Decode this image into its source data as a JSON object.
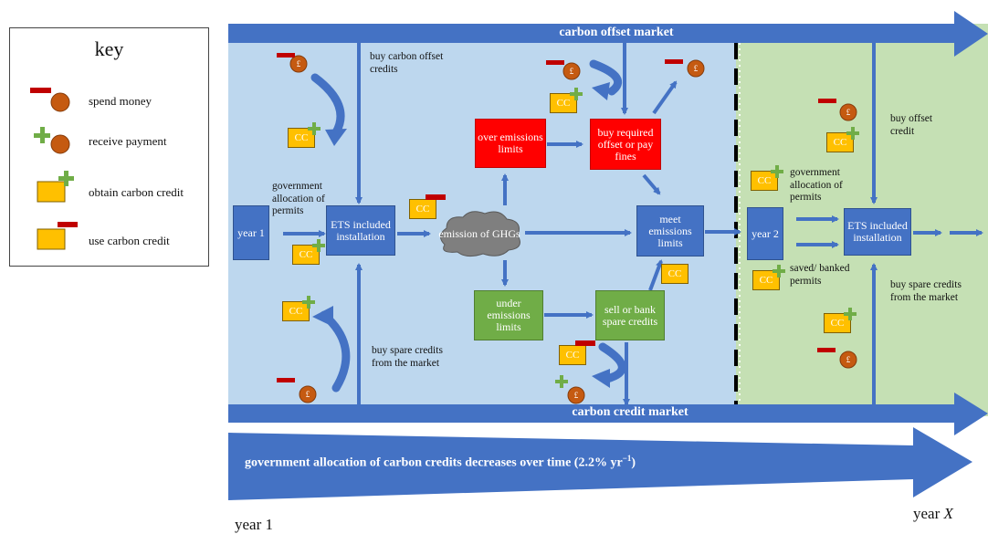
{
  "key": {
    "title": "key",
    "items": [
      {
        "icon": "spend-money-icon",
        "label": "spend money"
      },
      {
        "icon": "receive-payment-icon",
        "label": "receive payment"
      },
      {
        "icon": "obtain-carbon-credit-icon",
        "label": "obtain carbon credit"
      },
      {
        "icon": "use-carbon-credit-icon",
        "label": "use carbon credit"
      }
    ]
  },
  "markets": {
    "offset": "carbon offset market",
    "credit": "carbon credit market"
  },
  "timeline": {
    "label": "government allocation of carbon credits decreases over time (2.2% yr",
    "superscript": "−1",
    "label_close": ")",
    "start": "year 1",
    "end_prefix": "year ",
    "end_var": "X"
  },
  "boxes": {
    "year1": "year 1",
    "ets1": "ETS included installation",
    "ghg": "emission of GHGs",
    "over": "over emissions limits",
    "buy_offset": "buy required offset or pay fines",
    "meet": "meet emissions limits",
    "under": "under emissions limits",
    "sell_bank": "sell or bank spare credits",
    "year2": "year 2",
    "ets2": "ETS included installation"
  },
  "labels": {
    "buy_offset_credits": "buy carbon offset credits",
    "gov_alloc1": "government allocation of permits",
    "buy_spare1": "buy spare credits from the market",
    "buy_offset_credit2": "buy offset credit",
    "gov_alloc2": "government allocation of permits",
    "saved_banked": "saved/ banked permits",
    "buy_spare2": "buy spare credits from the market",
    "cc": "CC",
    "pound": "£"
  },
  "colors": {
    "arrow_blue": "#4472c4",
    "panel_blue": "#bdd7ee",
    "panel_green": "#c5e0b4",
    "coin": "#c55a11",
    "credit": "#ffc000",
    "minus": "#c00000",
    "plus": "#70ad47"
  }
}
